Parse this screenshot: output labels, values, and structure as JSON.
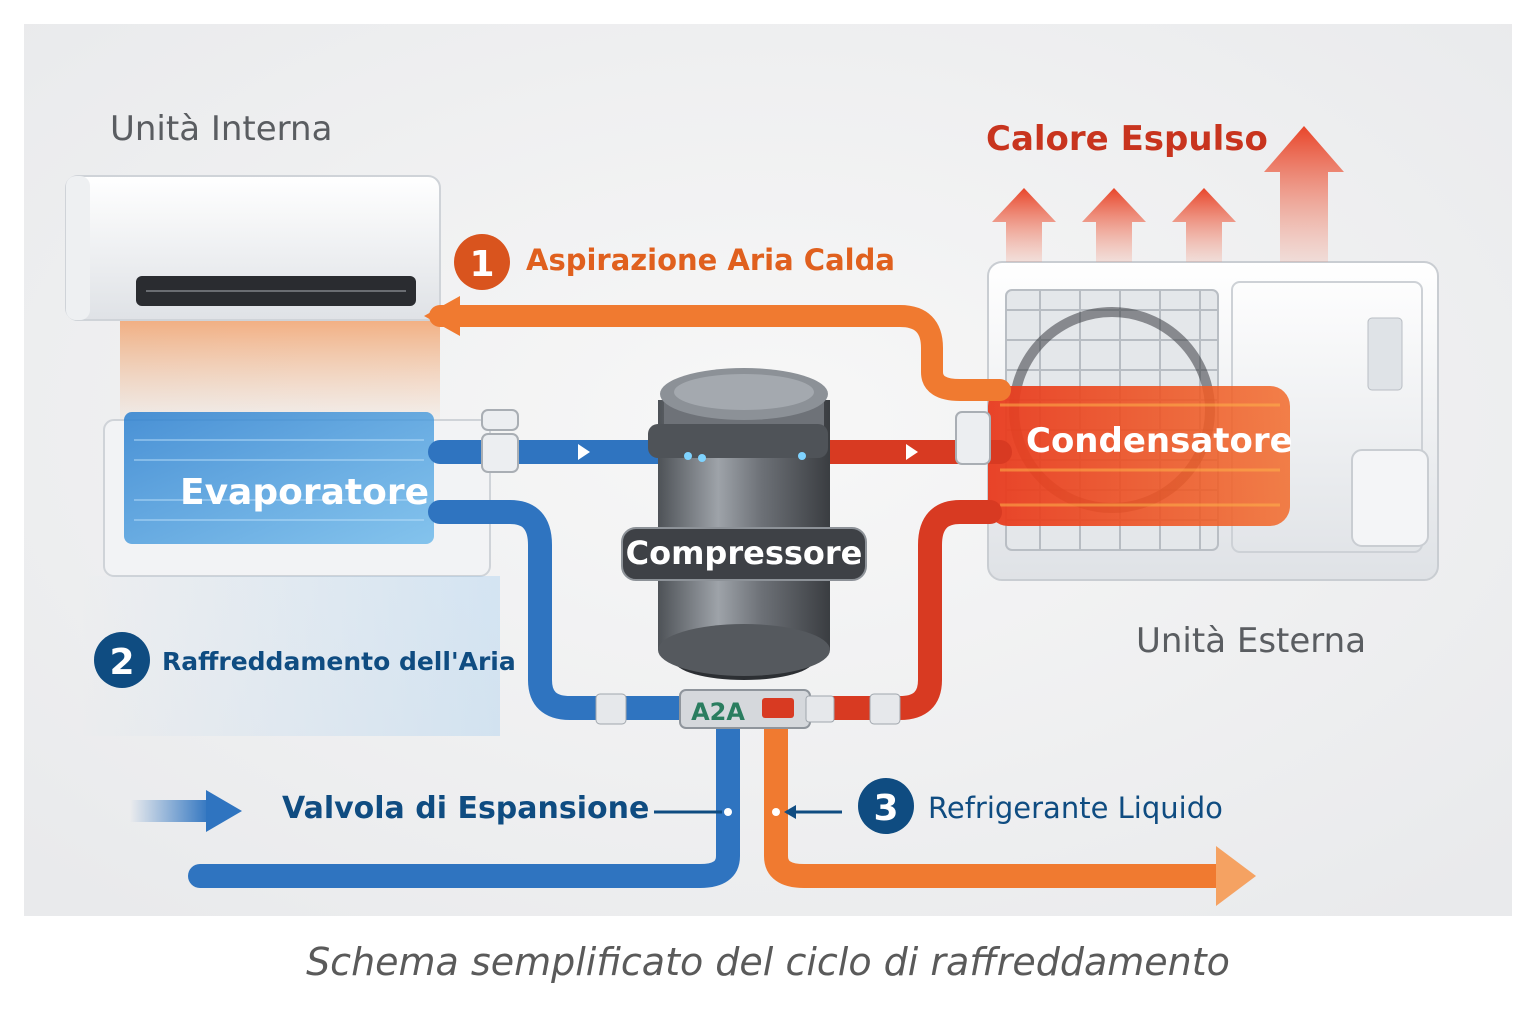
{
  "labels": {
    "indoor_unit": "Unità Interna",
    "outdoor_unit": "Unità Esterna",
    "heat_expelled": "Calore Espulso",
    "evaporator": "Evaporatore",
    "condenser": "Condensatore",
    "compressor": "Compressore",
    "valve_badge": "A2A"
  },
  "steps": [
    {
      "number": "1",
      "label": "Aspirazione Aria Calda",
      "color": "#d9541e"
    },
    {
      "number": "2",
      "label": "Raffreddamento dell'Aria",
      "color": "#0f4c81"
    },
    {
      "number": "3",
      "label": "Refrigerante Liquido",
      "color": "#0f4c81"
    }
  ],
  "expansion_valve": "Valvola di Espansione",
  "caption": "Schema semplificato del ciclo di raffreddamento",
  "colors": {
    "hot_pipe": "#e8452a",
    "warm_flow": "#f07a30",
    "cold_pipe": "#2f74c0",
    "dark_blue": "#0f4c81",
    "heat_text": "#c8341e"
  }
}
